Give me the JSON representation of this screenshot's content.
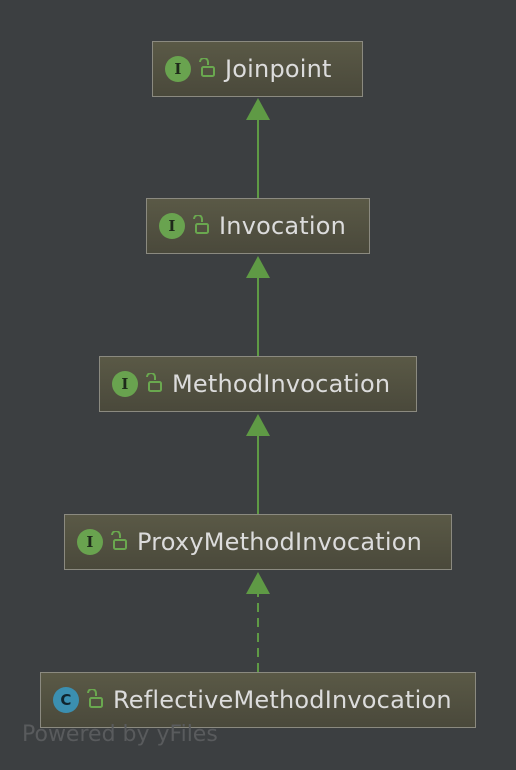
{
  "nodes": [
    {
      "name": "Joinpoint",
      "kind": "interface",
      "badge": "I"
    },
    {
      "name": "Invocation",
      "kind": "interface",
      "badge": "I"
    },
    {
      "name": "MethodInvocation",
      "kind": "interface",
      "badge": "I"
    },
    {
      "name": "ProxyMethodInvocation",
      "kind": "interface",
      "badge": "I"
    },
    {
      "name": "ReflectiveMethodInvocation",
      "kind": "class",
      "badge": "C"
    }
  ],
  "edges": [
    {
      "from": "Invocation",
      "to": "Joinpoint",
      "type": "extends",
      "style": "solid"
    },
    {
      "from": "MethodInvocation",
      "to": "Invocation",
      "type": "extends",
      "style": "solid"
    },
    {
      "from": "ProxyMethodInvocation",
      "to": "MethodInvocation",
      "type": "extends",
      "style": "solid"
    },
    {
      "from": "ReflectiveMethodInvocation",
      "to": "ProxyMethodInvocation",
      "type": "implements",
      "style": "dashed"
    }
  ],
  "watermark": "Powered by yFiles",
  "colors": {
    "background": "#3c3f41",
    "edge": "#5f9a45",
    "interface_badge": "#69a34f",
    "class_badge": "#3b8fb0",
    "lock_icon": "#6aa84f"
  }
}
